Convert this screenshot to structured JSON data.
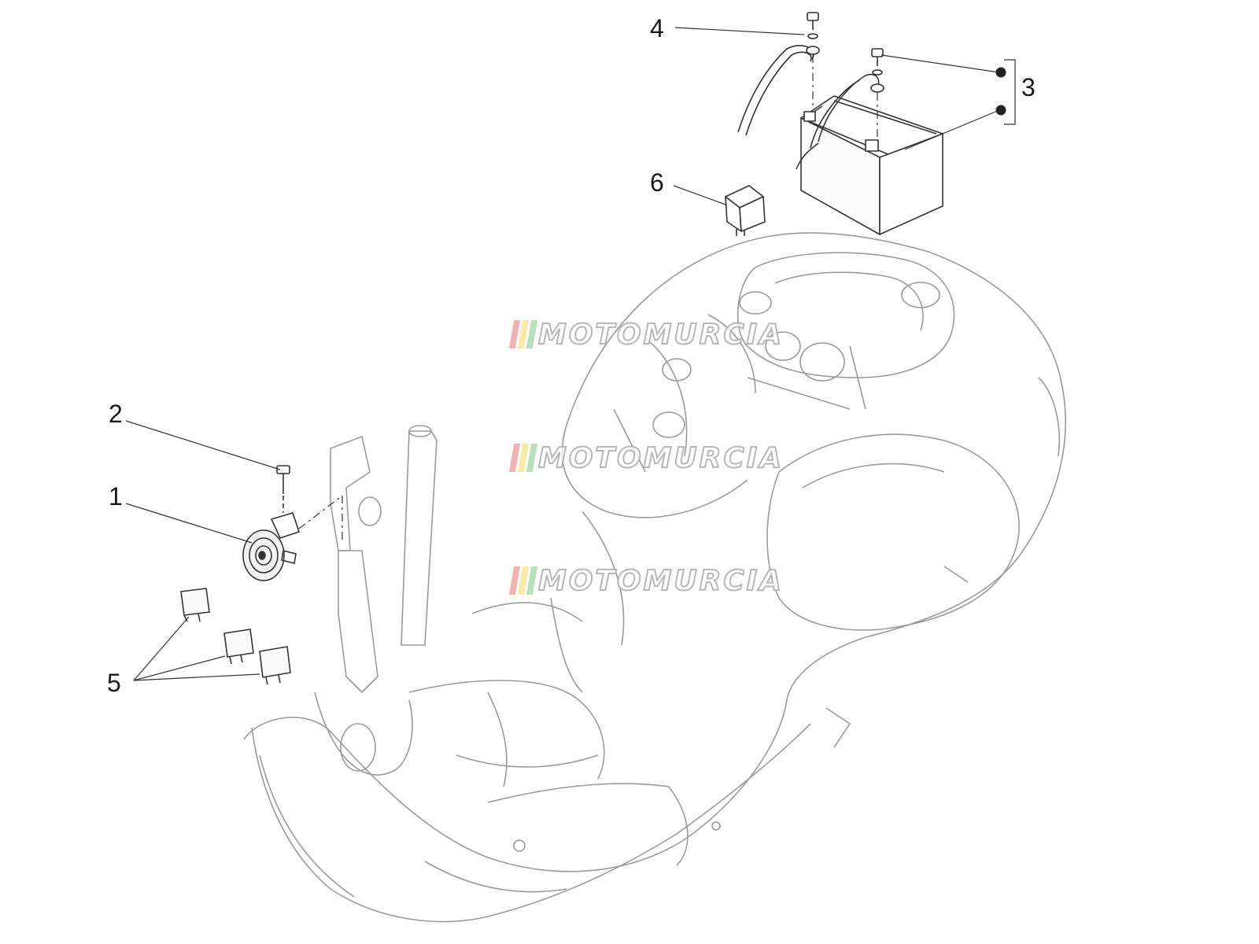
{
  "diagram": {
    "callouts": [
      {
        "id": "1",
        "label": "1"
      },
      {
        "id": "2",
        "label": "2"
      },
      {
        "id": "3",
        "label": "3"
      },
      {
        "id": "4",
        "label": "4"
      },
      {
        "id": "5",
        "label": "5"
      },
      {
        "id": "6",
        "label": "6"
      }
    ],
    "parts": [
      "horn",
      "horn-screw",
      "battery",
      "battery-strap-screw",
      "relays",
      "flasher-relay",
      "scooter-frame"
    ]
  },
  "watermark": {
    "text": "MOTOMURCIA",
    "stripe_colors": [
      "#e57373",
      "#f6d860",
      "#81c784"
    ],
    "count": 3
  },
  "colors": {
    "line": "#555555",
    "frame": "#9a9a9a",
    "label": "#1a1a1a"
  }
}
